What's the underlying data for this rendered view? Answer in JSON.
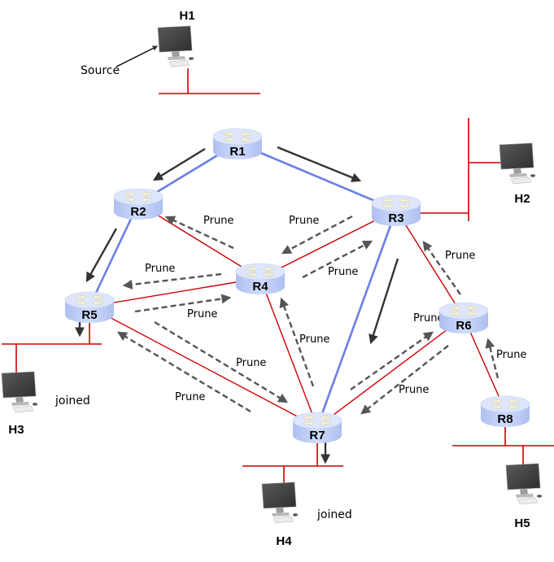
{
  "title": "Multicast pruning in a router network",
  "colors": {
    "lan": "#cc0000",
    "tree_link": "#6b7fe8",
    "non_tree_link": "#cc0000",
    "data_arrow": "#333333",
    "prune_arrow": "#555555",
    "router_top": "#dfe7fb",
    "router_side": "#b9c8f2"
  },
  "hosts": [
    {
      "id": "H1",
      "label": "H1",
      "annotation": "Source"
    },
    {
      "id": "H2",
      "label": "H2",
      "annotation": ""
    },
    {
      "id": "H3",
      "label": "H3",
      "annotation": "joined"
    },
    {
      "id": "H4",
      "label": "H4",
      "annotation": "joined"
    },
    {
      "id": "H5",
      "label": "H5",
      "annotation": ""
    }
  ],
  "routers": [
    {
      "id": "R1",
      "label": "R1"
    },
    {
      "id": "R2",
      "label": "R2"
    },
    {
      "id": "R3",
      "label": "R3"
    },
    {
      "id": "R4",
      "label": "R4"
    },
    {
      "id": "R5",
      "label": "R5"
    },
    {
      "id": "R6",
      "label": "R6"
    },
    {
      "id": "R7",
      "label": "R7"
    },
    {
      "id": "R8",
      "label": "R8"
    }
  ],
  "links": [
    {
      "from": "R1",
      "to": "R2",
      "type": "tree"
    },
    {
      "from": "R1",
      "to": "R3",
      "type": "tree"
    },
    {
      "from": "R2",
      "to": "R5",
      "type": "tree"
    },
    {
      "from": "R3",
      "to": "R7",
      "type": "tree"
    },
    {
      "from": "R2",
      "to": "R4",
      "type": "non-tree"
    },
    {
      "from": "R3",
      "to": "R4",
      "type": "non-tree"
    },
    {
      "from": "R3",
      "to": "R6",
      "type": "non-tree"
    },
    {
      "from": "R4",
      "to": "R5",
      "type": "non-tree"
    },
    {
      "from": "R4",
      "to": "R7",
      "type": "non-tree"
    },
    {
      "from": "R5",
      "to": "R7",
      "type": "non-tree"
    },
    {
      "from": "R6",
      "to": "R7",
      "type": "non-tree"
    },
    {
      "from": "R6",
      "to": "R8",
      "type": "non-tree"
    }
  ],
  "data_flows": [
    {
      "from": "R1",
      "to": "R2"
    },
    {
      "from": "R1",
      "to": "R3"
    },
    {
      "from": "R2",
      "to": "R5"
    },
    {
      "from": "R3",
      "to": "R7"
    },
    {
      "from": "R5",
      "to": "H3 LAN"
    },
    {
      "from": "R7",
      "to": "H4 LAN"
    }
  ],
  "prune_label": "Prune",
  "prunes": [
    {
      "from": "R4",
      "to": "R2",
      "label": "Prune"
    },
    {
      "from": "R3",
      "to": "R4",
      "label": "Prune"
    },
    {
      "from": "R4",
      "to": "R3",
      "label": "Prune"
    },
    {
      "from": "R4",
      "to": "R5",
      "label": "Prune"
    },
    {
      "from": "R5",
      "to": "R4",
      "label": "Prune"
    },
    {
      "from": "R7",
      "to": "R4",
      "label": "Prune"
    },
    {
      "from": "R5",
      "to": "R7",
      "label": "Prune"
    },
    {
      "from": "R7",
      "to": "R5",
      "label": "Prune"
    },
    {
      "from": "R6",
      "to": "R3",
      "label": "Prune"
    },
    {
      "from": "R7",
      "to": "R6",
      "label": "Prune"
    },
    {
      "from": "R6",
      "to": "R7",
      "label": "Prune"
    },
    {
      "from": "R8",
      "to": "R6",
      "label": "Prune"
    }
  ]
}
